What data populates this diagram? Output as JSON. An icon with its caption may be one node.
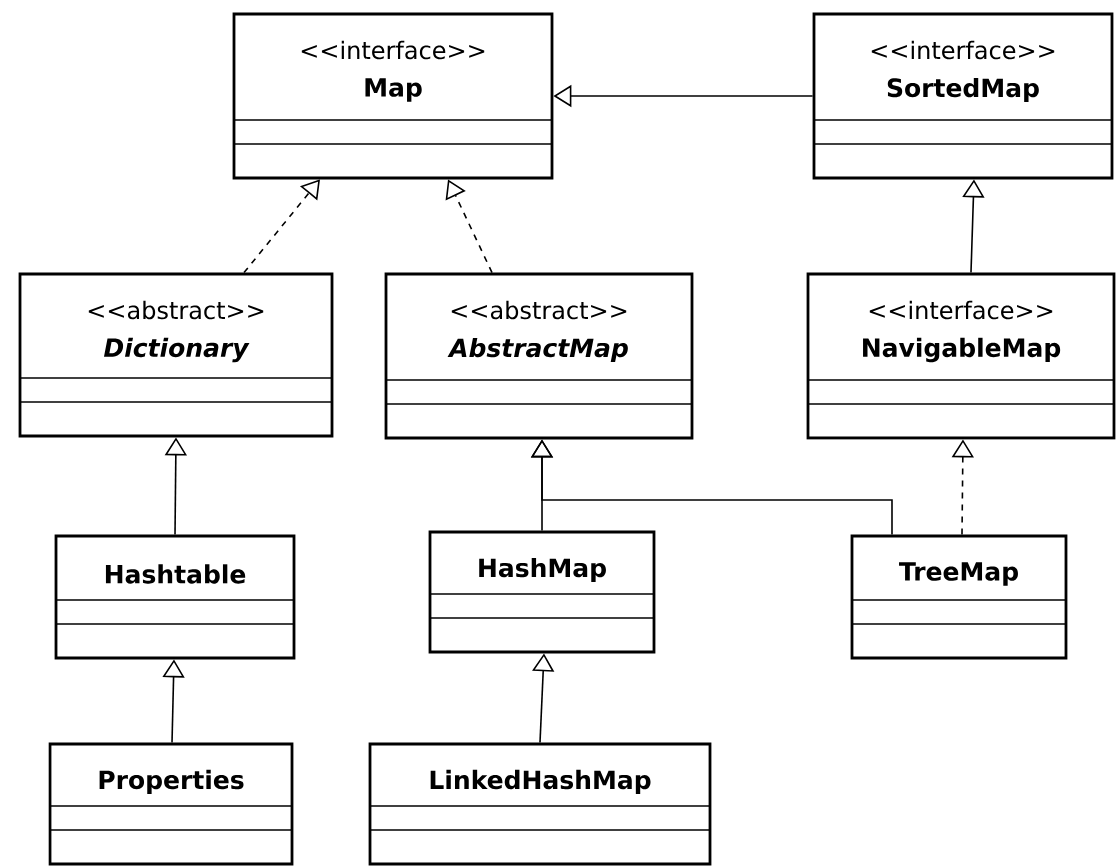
{
  "diagram": {
    "nodes": [
      {
        "text": [
          "<<interface>>",
          "Map"
        ]
      },
      {
        "text": [
          "<<interface>>",
          "SortedMap"
        ]
      },
      {
        "text": [
          "<<abstract>>",
          "Dictionary"
        ]
      },
      {
        "text": [
          "<<abstract>>",
          "AbstractMap"
        ]
      },
      {
        "text": [
          "<<interface>>",
          "NavigableMap"
        ]
      },
      {
        "text": [
          "Hashtable"
        ]
      },
      {
        "text": [
          "HashMap"
        ]
      },
      {
        "text": [
          "TreeMap"
        ]
      },
      {
        "text": [
          "Properties"
        ]
      },
      {
        "text": [
          "LinkedHashMap"
        ]
      }
    ],
    "edges": [
      {
        "from": 2,
        "to": 0,
        "arrow": "to",
        "style": "dashed"
      },
      {
        "from": 3,
        "to": 0,
        "arrow": "to",
        "style": "dashed"
      },
      {
        "from": 1,
        "to": 0,
        "arrow": "to"
      },
      {
        "from": 4,
        "to": 1,
        "arrow": "to"
      },
      {
        "from": 5,
        "to": 2,
        "arrow": "to"
      },
      {
        "from": 8,
        "to": 5,
        "arrow": "to"
      },
      {
        "from": 6,
        "to": 3,
        "arrow": "to"
      },
      {
        "from": 7,
        "to": 3,
        "arrow": "to"
      },
      {
        "from": 9,
        "to": 6,
        "arrow": "to"
      },
      {
        "from": 7,
        "to": 4,
        "arrow": "to",
        "style": "dashed"
      }
    ]
  }
}
